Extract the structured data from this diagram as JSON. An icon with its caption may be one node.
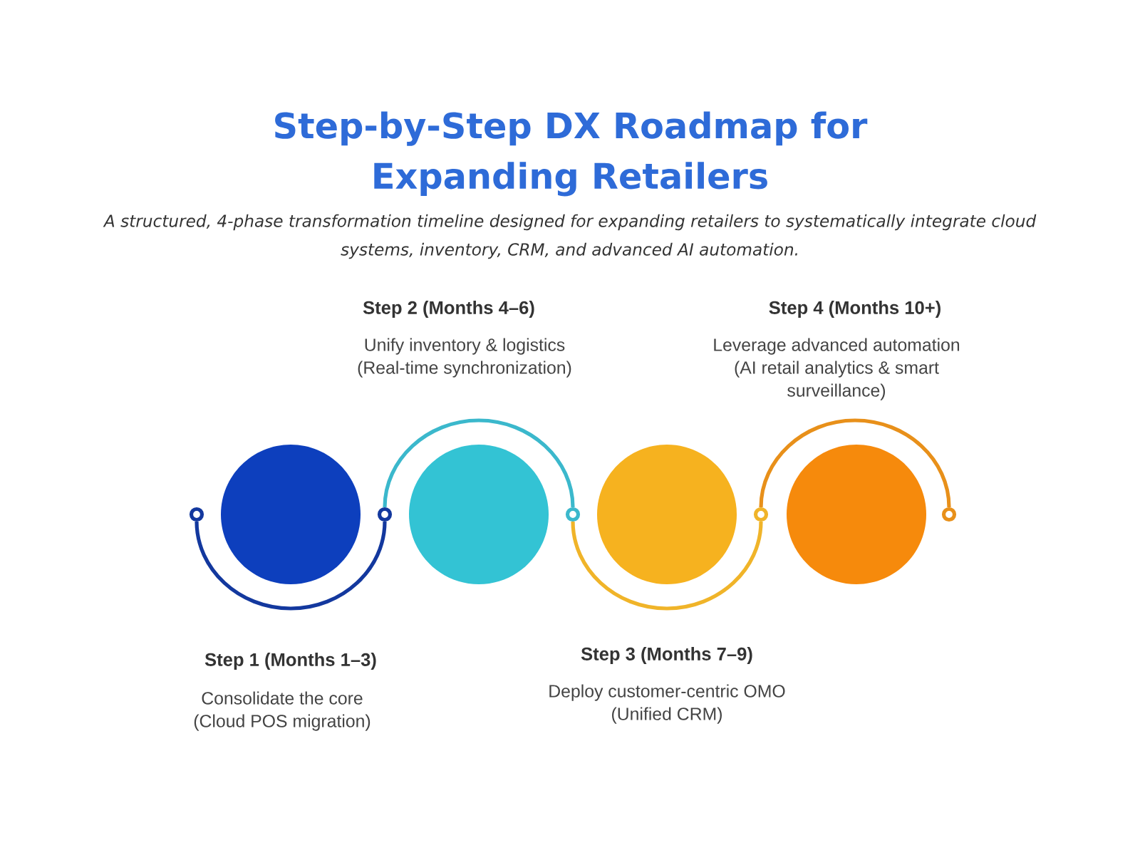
{
  "diagram": {
    "title": "Step-by-Step DX Roadmap for Expanding Retailers",
    "nodes": [
      {
        "text": [],
        "shape": "circle"
      },
      {
        "text": [],
        "shape": "circle",
        "beside": [
          "Step 1 (Months 1–3)",
          "Consolidate the core (Cloud POS migration)"
        ]
      },
      {
        "text": [],
        "shape": "circle"
      },
      {
        "text": [],
        "shape": "circle",
        "beside": [
          "Step 2 (Months 4–6)",
          "Unify inventory & logistics (Real-time synchronization)"
        ]
      },
      {
        "text": [],
        "shape": "circle"
      },
      {
        "text": [],
        "shape": "circle",
        "beside": [
          "Step 3 (Months 7–9)",
          "Deploy customer-centric OMO (Unified CRM)"
        ]
      },
      {
        "text": [],
        "shape": "circle"
      },
      {
        "text": [],
        "shape": "circle",
        "beside": [
          "Step 4 (Months 10+)",
          "Leverage advanced automation (AI retail analytics & smart surveillance)"
        ]
      },
      {
        "text": [],
        "shape": "circle"
      }
    ],
    "edges": [
      {
        "from": 0,
        "to": 2,
        "arrow": "none",
        "color": "#13389e"
      },
      {
        "from": 2,
        "to": 4,
        "arrow": "none",
        "color": "#3bb8cc"
      },
      {
        "from": 4,
        "to": 6,
        "arrow": "none",
        "color": "#f0b429"
      },
      {
        "from": 6,
        "to": 8,
        "arrow": "none",
        "color": "#e8901a"
      }
    ],
    "labels": [
      "A structured, 4-phase transformation timeline designed for expanding retailers to systematically integrate cloud systems, inventory, CRM, and advanced AI automation."
    ]
  }
}
